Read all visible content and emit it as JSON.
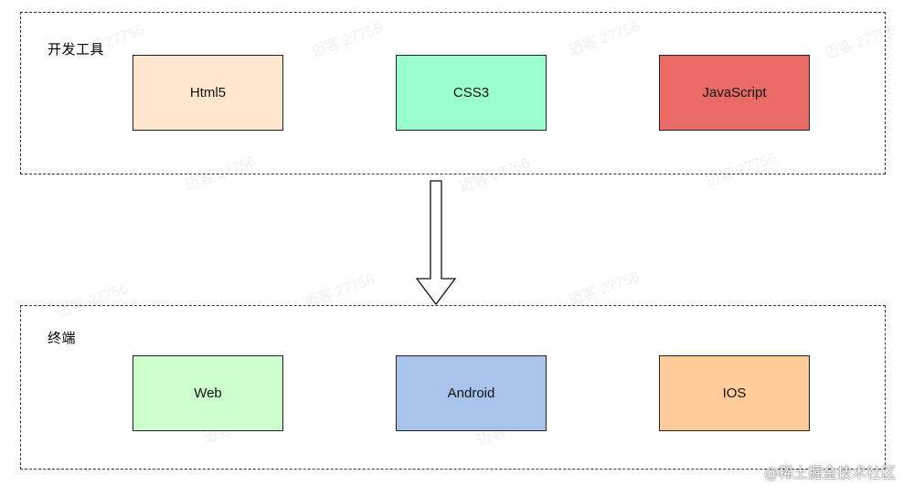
{
  "groups": {
    "dev_tools": {
      "title": "开发工具",
      "items": [
        {
          "label": "Html5",
          "color": "#FFE6CC"
        },
        {
          "label": "CSS3",
          "color": "#99FFCC"
        },
        {
          "label": "JavaScript",
          "color": "#EA6B66"
        }
      ]
    },
    "terminals": {
      "title": "终端",
      "items": [
        {
          "label": "Web",
          "color": "#CCFFCC"
        },
        {
          "label": "Android",
          "color": "#A9C4EB"
        },
        {
          "label": "IOS",
          "color": "#FFCC99"
        }
      ]
    }
  },
  "arrow": {
    "direction": "down",
    "icon": "hollow-down-arrow"
  },
  "watermark_text": "迈客 27756",
  "footer_credit": "@稀土掘金技术社区"
}
